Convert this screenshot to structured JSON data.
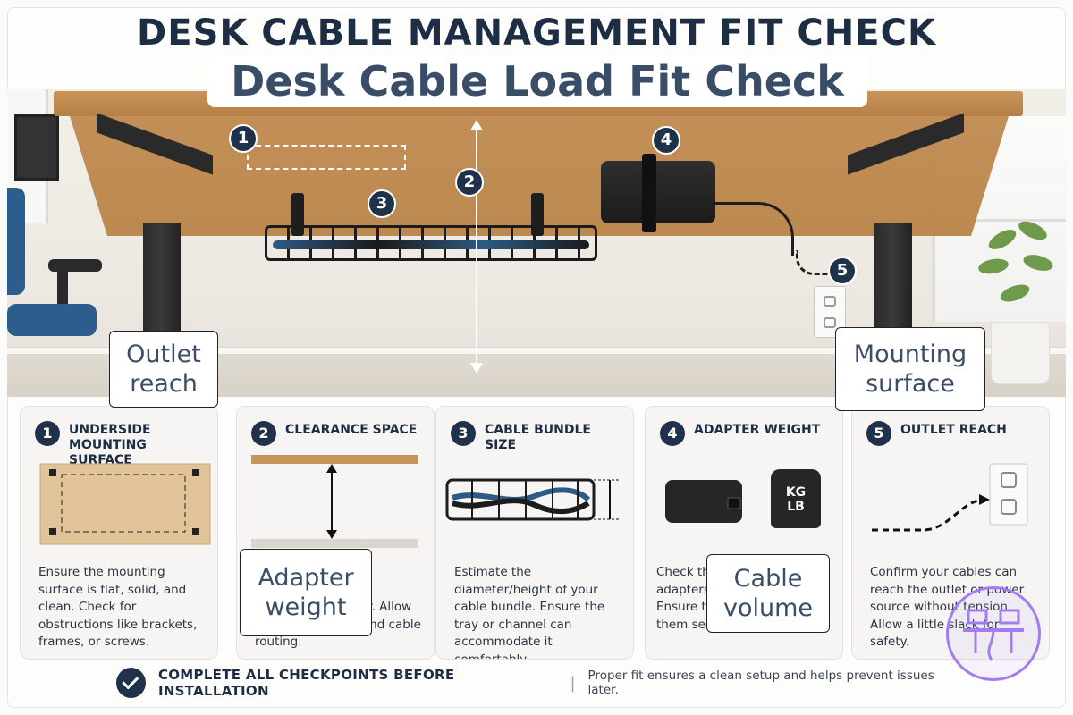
{
  "top_title": "DESK CABLE MANAGEMENT FIT CHECK",
  "overlay_title": "Desk Cable Load Fit Check",
  "scene_markers": [
    "1",
    "2",
    "3",
    "4",
    "5"
  ],
  "callouts": {
    "outlet_reach": "Outlet reach",
    "mounting_surface": "Mounting surface",
    "adapter_weight": "Adapter weight",
    "cable_volume": "Cable volume"
  },
  "cards": [
    {
      "num": "1",
      "title": "UNDERSIDE MOUNTING SURFACE",
      "text": "Ensure the mounting surface is flat, solid, and clean. Check for obstructions like brackets, frames, or screws."
    },
    {
      "num": "2",
      "title": "CLEARANCE SPACE",
      "text": "Measure the space between the desk underside and floor. Allow room for the tray and cable routing."
    },
    {
      "num": "3",
      "title": "CABLE BUNDLE SIZE",
      "text": "Estimate the diameter/height of your cable bundle. Ensure the tray or channel can accommodate it comfortably."
    },
    {
      "num": "4",
      "title": "ADAPTER WEIGHT",
      "text": "Check the weight of adapters and power bricks. Ensure the tray can support them securely.",
      "badge_top": "KG",
      "badge_bottom": "LB"
    },
    {
      "num": "5",
      "title": "OUTLET REACH",
      "text": "Confirm your cables can reach the outlet or power source without tension. Allow a little slack for safety."
    }
  ],
  "footer": {
    "main": "COMPLETE ALL CHECKPOINTS BEFORE INSTALLATION",
    "separator": "|",
    "sub": "Proper fit ensures a clean setup and helps prevent issues later."
  },
  "colors": {
    "navy": "#1f3249",
    "wood": "#c8945a",
    "cable_blue": "#2c5b86",
    "watermark": "#a57cf0"
  }
}
